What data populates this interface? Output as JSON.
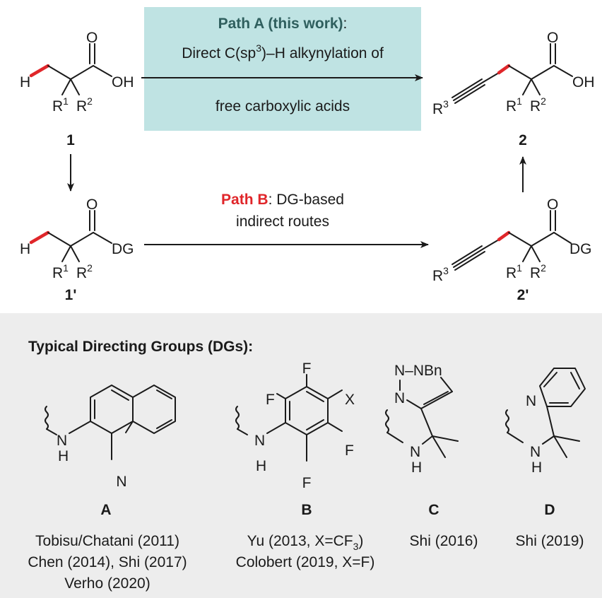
{
  "colors": {
    "highlight_box": "#bfe3e3",
    "panel_bg": "#ededed",
    "path_a_text": "#2f5f5e",
    "path_b_text": "#e0262a",
    "bond_highlight": "#e0262a",
    "arrow": "#1a1a1a"
  },
  "path_a": {
    "name": "Path A (this work)",
    "sep": ":",
    "line1": "Direct C(sp",
    "sup": "3",
    "line1_tail": ")–H alkynylation of",
    "line2": "free carboxylic acids"
  },
  "path_b": {
    "name": "Path B",
    "sep": ": DG-based",
    "line2": "indirect routes"
  },
  "compounds": {
    "c1": "1",
    "c1p": "1'",
    "c2": "2",
    "c2p": "2'"
  },
  "atoms": {
    "H": "H",
    "O": "O",
    "OH": "OH",
    "DG": "DG",
    "R": "R",
    "one": "1",
    "two": "2",
    "three": "3",
    "N": "N",
    "NBn": "N–NBn",
    "F": "F",
    "X": "X"
  },
  "dg_panel": {
    "heading": "Typical Directing Groups (DGs):",
    "groups": [
      {
        "letter": "A",
        "refs": [
          "Tobisu/Chatani (2011)",
          "Chen (2014), Shi (2017)",
          "Verho (2020)"
        ]
      },
      {
        "letter": "B",
        "refs": [
          "Yu (2013, X=CF",
          "3",
          ")",
          "Colobert (2019, X=F)"
        ]
      },
      {
        "letter": "C",
        "refs": [
          "Shi (2016)"
        ]
      },
      {
        "letter": "D",
        "refs": [
          "Shi (2019)"
        ]
      }
    ]
  }
}
